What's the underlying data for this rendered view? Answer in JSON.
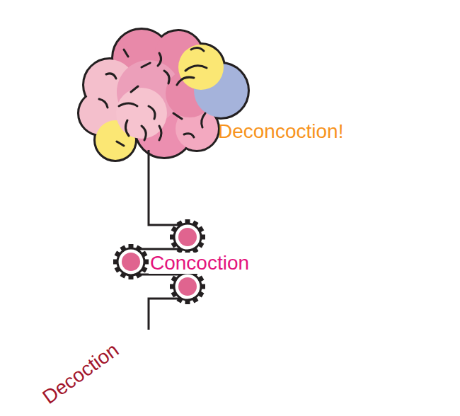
{
  "diagram": {
    "labels": [
      "Deconcoction!",
      "Concoction",
      "Decoction"
    ]
  }
}
